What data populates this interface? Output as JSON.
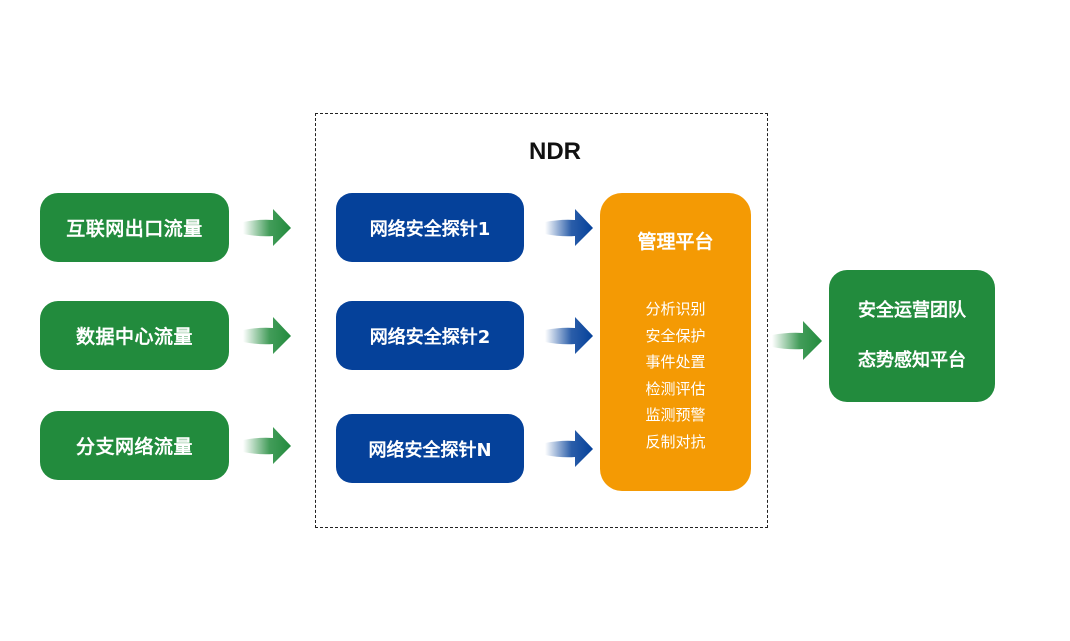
{
  "diagram": {
    "sources": [
      {
        "label": "互联网出口流量"
      },
      {
        "label": "数据中心流量"
      },
      {
        "label": "分支网络流量"
      }
    ],
    "ndr": {
      "title": "NDR",
      "probes": [
        {
          "label": "网络安全探针1"
        },
        {
          "label": "网络安全探针2"
        },
        {
          "label": "网络安全探针N"
        }
      ],
      "management": {
        "title": "管理平台",
        "functions": [
          "分析识别",
          "安全保护",
          "事件处置",
          "检测评估",
          "监测预警",
          "反制对抗"
        ]
      }
    },
    "output": {
      "lines": [
        "安全运营团队",
        "态势感知平台"
      ]
    },
    "colors": {
      "green": "#228b3d",
      "blue": "#05419a",
      "orange": "#f49a04",
      "border": "#222222"
    }
  }
}
